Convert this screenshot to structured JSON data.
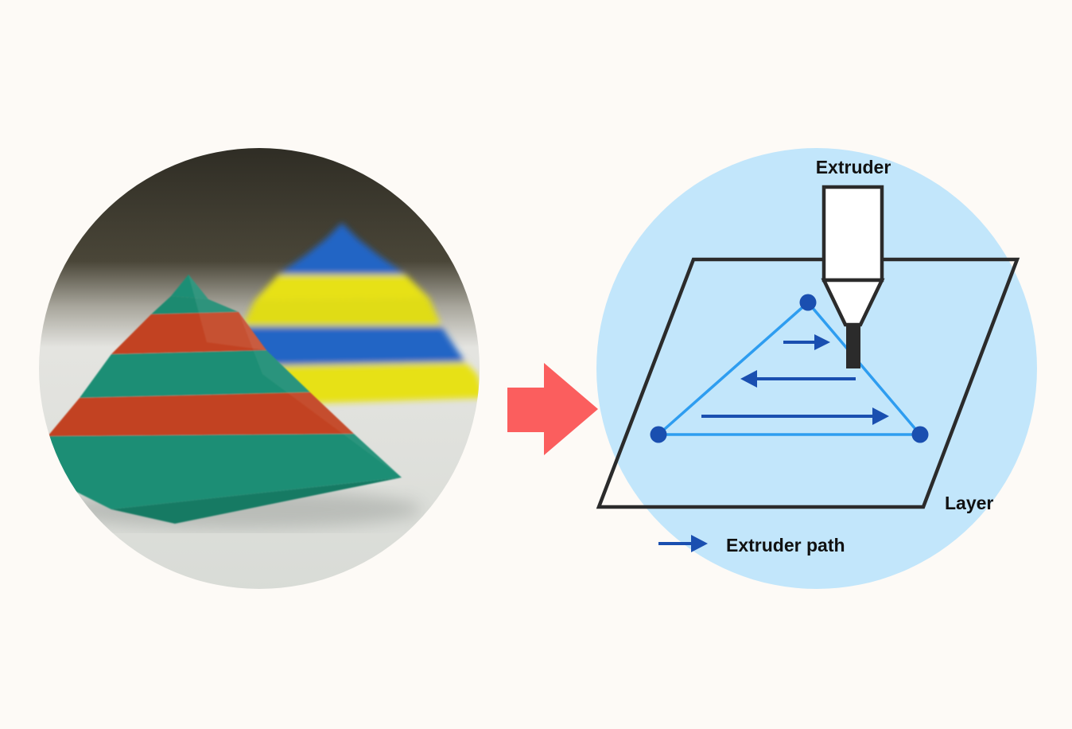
{
  "labels": {
    "extruder": "Extruder",
    "layer": "Layer",
    "extruder_path": "Extruder path"
  },
  "icons": {
    "photo": "3d-printed-pyramids-photo",
    "arrow": "right-arrow-icon",
    "legend_arrow": "path-arrow-icon"
  },
  "colors": {
    "background": "#fdfaf6",
    "diagram_circle": "#c2e6fb",
    "transition_arrow": "#fb5e5e",
    "outline": "#2b2b2b",
    "path_line": "#2e9df0",
    "path_arrow": "#1a4fb0",
    "vertex": "#1a4fb0",
    "pyramid_green": "#1f8e75",
    "pyramid_red": "#c24322",
    "pyramid_yellow": "#e7e116",
    "pyramid_blue": "#2465c5"
  }
}
